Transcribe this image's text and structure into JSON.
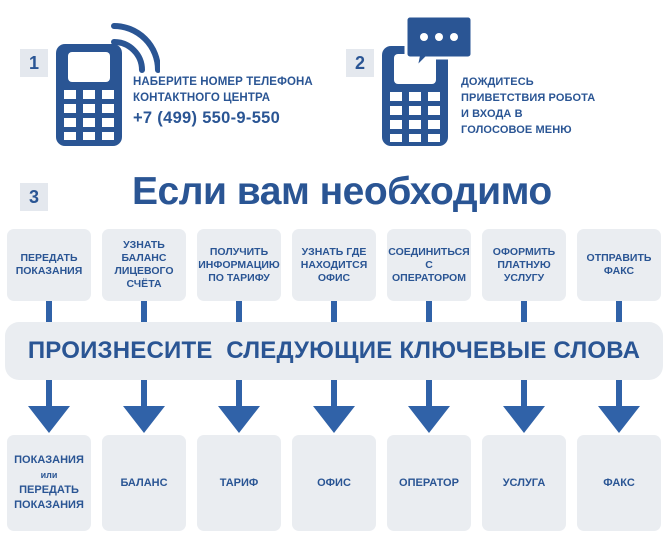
{
  "colors": {
    "primary": "#2a5594",
    "box_bg": "#eaedf1",
    "number_bg": "#e4e8ee"
  },
  "steps": [
    {
      "number": "1",
      "icon": "phone-signal-icon",
      "text": "НАБЕРИТЕ НОМЕР ТЕЛЕФОНА\nКОНТАКТНОГО ЦЕНТРА",
      "phone": "+7 (499) 550-9-550"
    },
    {
      "number": "2",
      "icon": "phone-chat-icon",
      "text": "ДОЖДИТЕСЬ\nПРИВЕТСТВИЯ РОБОТА\nИ ВХОДА В\nГОЛОСОВОЕ МЕНЮ"
    },
    {
      "number": "3",
      "headline": "Если вам необходимо"
    }
  ],
  "actions": [
    "ПЕРЕДАТЬ\nПОКАЗАНИЯ",
    "УЗНАТЬ\nБАЛАНС\nЛИЦЕВОГО\nСЧЁТА",
    "ПОЛУЧИТЬ\nИНФОРМАЦИЮ\nПО ТАРИФУ",
    "УЗНАТЬ ГДЕ\nНАХОДИТСЯ\nОФИС",
    "СОЕДИНИТЬСЯ\nС ОПЕРАТОРОМ",
    "ОФОРМИТЬ\nПЛАТНУЮ\nУСЛУГУ",
    "ОТПРАВИТЬ\nФАКС"
  ],
  "band_text": "ПРОИЗНЕСИТЕ  СЛЕДУЮЩИЕ КЛЮЧЕВЫЕ СЛОВА",
  "keywords": [
    {
      "lines": [
        "ПОКАЗАНИЯ",
        "или",
        "ПЕРЕДАТЬ",
        "ПОКАЗАНИЯ"
      ]
    },
    {
      "lines": [
        "БАЛАНС"
      ]
    },
    {
      "lines": [
        "ТАРИФ"
      ]
    },
    {
      "lines": [
        "ОФИС"
      ]
    },
    {
      "lines": [
        "ОПЕРАТОР"
      ]
    },
    {
      "lines": [
        "УСЛУГА"
      ]
    },
    {
      "lines": [
        "ФАКС"
      ]
    }
  ]
}
